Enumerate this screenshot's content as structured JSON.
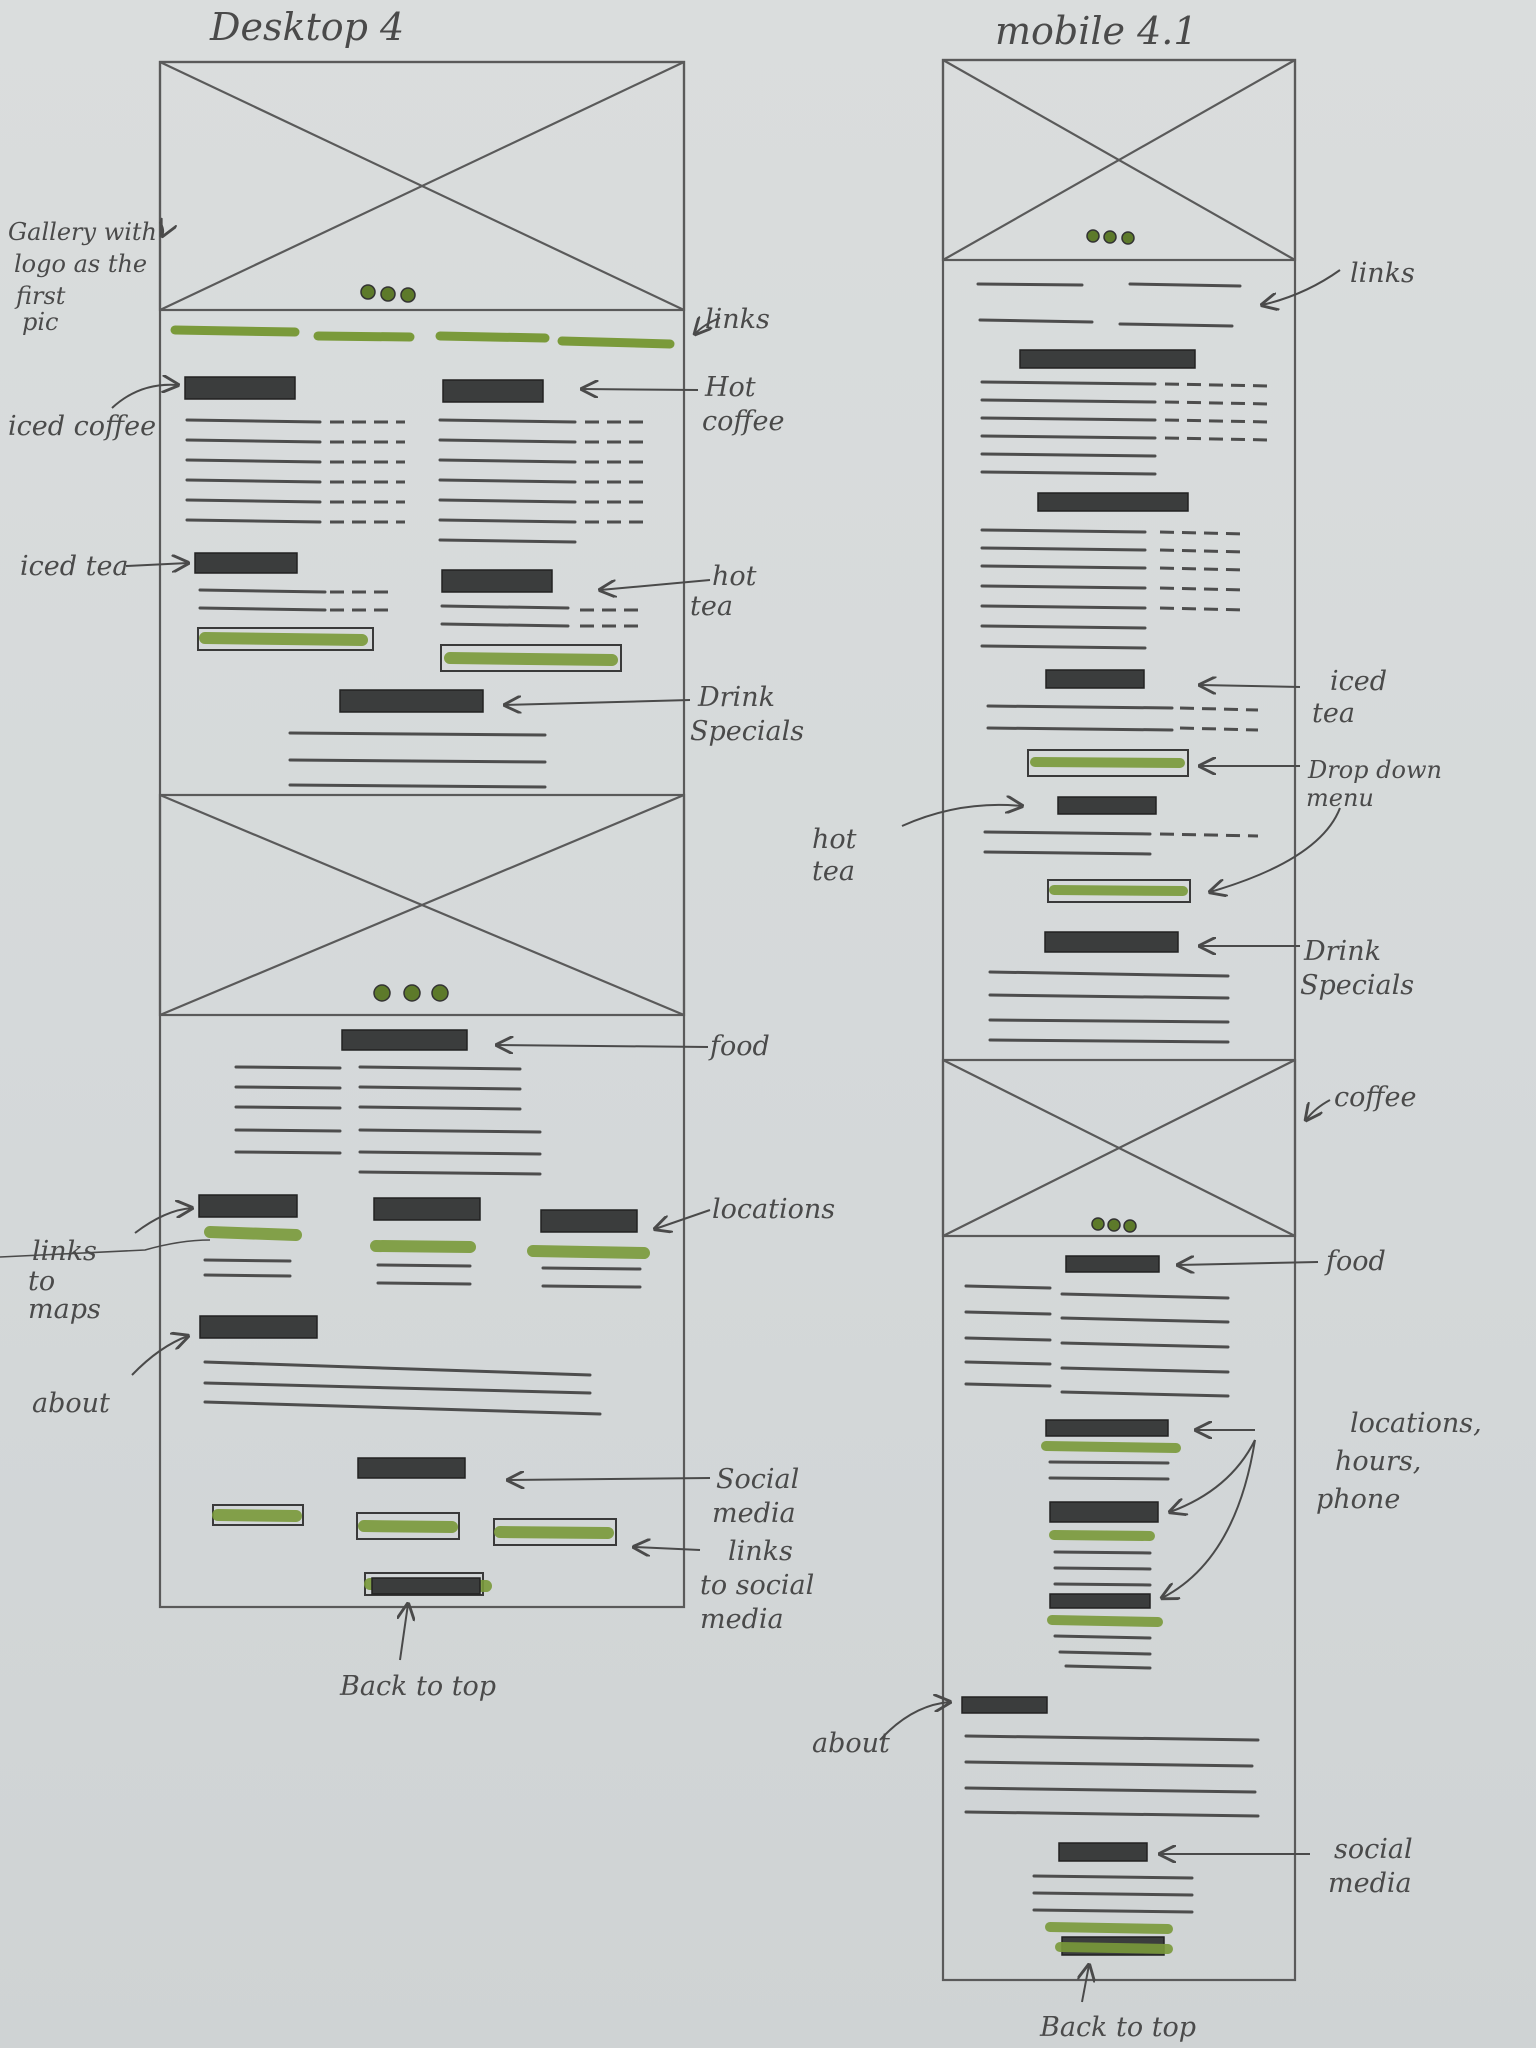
{
  "desktop": {
    "title": "Desktop 4",
    "labels": {
      "gallery": [
        "Gallery with",
        "logo as the",
        "first",
        "pic"
      ],
      "links": "links",
      "hot_coffee": [
        "Hot",
        "coffee"
      ],
      "iced_coffee": "iced coffee",
      "iced_tea": "iced tea",
      "hot_tea": [
        "hot",
        "tea"
      ],
      "drink_specials": [
        "Drink",
        "Specials"
      ],
      "food": "food",
      "locations": "locations",
      "links_to_maps": [
        "links",
        "to",
        "maps"
      ],
      "about": "about",
      "social_media": [
        "Social",
        "media"
      ],
      "links_to_social": [
        "links",
        "to social",
        "media"
      ],
      "back_to_top": "Back to top"
    }
  },
  "mobile": {
    "title": "mobile 4.1",
    "labels": {
      "links": "links",
      "iced_tea": [
        "iced",
        "tea"
      ],
      "drop_down": [
        "Drop down",
        "menu"
      ],
      "hot_tea": [
        "hot",
        "tea"
      ],
      "drink_specials": [
        "Drink",
        "Specials"
      ],
      "coffee": "coffee",
      "food": "food",
      "locations": [
        "locations,",
        "hours,",
        "phone"
      ],
      "about": "about",
      "social_media": [
        "social",
        "media"
      ],
      "back_to_top": "Back to top"
    }
  },
  "colors": {
    "pencil": "#5a5a5a",
    "dark_block": "#3b3d3d",
    "highlight": "#7a9a3a"
  }
}
